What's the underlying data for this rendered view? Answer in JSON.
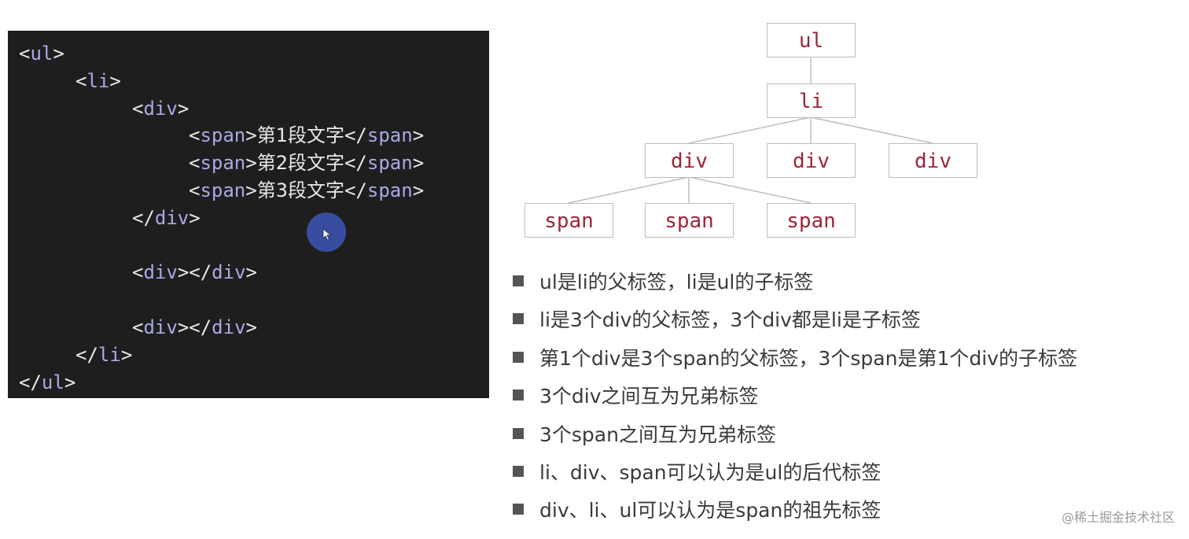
{
  "code": {
    "lines": [
      {
        "indent": 0,
        "parts": [
          {
            "t": "br",
            "v": "<"
          },
          {
            "t": "tag",
            "v": "ul"
          },
          {
            "t": "br",
            "v": ">"
          }
        ]
      },
      {
        "indent": 1,
        "parts": [
          {
            "t": "br",
            "v": "<"
          },
          {
            "t": "tag",
            "v": "li"
          },
          {
            "t": "br",
            "v": ">"
          }
        ]
      },
      {
        "indent": 2,
        "parts": [
          {
            "t": "br",
            "v": "<"
          },
          {
            "t": "tag",
            "v": "div"
          },
          {
            "t": "br",
            "v": ">"
          }
        ]
      },
      {
        "indent": 3,
        "parts": [
          {
            "t": "br",
            "v": "<"
          },
          {
            "t": "tag",
            "v": "span"
          },
          {
            "t": "br",
            "v": ">"
          },
          {
            "t": "txt",
            "v": "第1段文字"
          },
          {
            "t": "br",
            "v": "</"
          },
          {
            "t": "tag",
            "v": "span"
          },
          {
            "t": "br",
            "v": ">"
          }
        ]
      },
      {
        "indent": 3,
        "parts": [
          {
            "t": "br",
            "v": "<"
          },
          {
            "t": "tag",
            "v": "span"
          },
          {
            "t": "br",
            "v": ">"
          },
          {
            "t": "txt",
            "v": "第2段文字"
          },
          {
            "t": "br",
            "v": "</"
          },
          {
            "t": "tag",
            "v": "span"
          },
          {
            "t": "br",
            "v": ">"
          }
        ]
      },
      {
        "indent": 3,
        "parts": [
          {
            "t": "br",
            "v": "<"
          },
          {
            "t": "tag",
            "v": "span"
          },
          {
            "t": "br",
            "v": ">"
          },
          {
            "t": "txt",
            "v": "第3段文字"
          },
          {
            "t": "br",
            "v": "</"
          },
          {
            "t": "tag",
            "v": "span"
          },
          {
            "t": "br",
            "v": ">"
          }
        ]
      },
      {
        "indent": 2,
        "parts": [
          {
            "t": "br",
            "v": "</"
          },
          {
            "t": "tag",
            "v": "div"
          },
          {
            "t": "br",
            "v": ">"
          }
        ]
      },
      {
        "indent": 0,
        "parts": []
      },
      {
        "indent": 2,
        "parts": [
          {
            "t": "br",
            "v": "<"
          },
          {
            "t": "tag",
            "v": "div"
          },
          {
            "t": "br",
            "v": "></"
          },
          {
            "t": "tag",
            "v": "div"
          },
          {
            "t": "br",
            "v": ">"
          }
        ]
      },
      {
        "indent": 0,
        "parts": []
      },
      {
        "indent": 2,
        "parts": [
          {
            "t": "br",
            "v": "<"
          },
          {
            "t": "tag",
            "v": "div"
          },
          {
            "t": "br",
            "v": "></"
          },
          {
            "t": "tag",
            "v": "div"
          },
          {
            "t": "br",
            "v": ">"
          }
        ]
      },
      {
        "indent": 1,
        "parts": [
          {
            "t": "br",
            "v": "</"
          },
          {
            "t": "tag",
            "v": "li"
          },
          {
            "t": "br",
            "v": ">"
          }
        ]
      },
      {
        "indent": 0,
        "parts": [
          {
            "t": "br",
            "v": "</"
          },
          {
            "t": "tag",
            "v": "ul"
          },
          {
            "t": "br",
            "v": ">"
          }
        ]
      }
    ]
  },
  "tree": {
    "nodes": [
      {
        "id": "ul",
        "label": "ul"
      },
      {
        "id": "li",
        "label": "li"
      },
      {
        "id": "div1",
        "label": "div"
      },
      {
        "id": "div2",
        "label": "div"
      },
      {
        "id": "div3",
        "label": "div"
      },
      {
        "id": "span1",
        "label": "span"
      },
      {
        "id": "span2",
        "label": "span"
      },
      {
        "id": "span3",
        "label": "span"
      }
    ]
  },
  "bullets": [
    "ul是li的父标签，li是ul的子标签",
    "li是3个div的父标签，3个div都是li是子标签",
    "第1个div是3个span的父标签，3个span是第1个div的子标签",
    "3个div之间互为兄弟标签",
    "3个span之间互为兄弟标签",
    "li、div、span可以认为是ul的后代标签",
    "div、li、ul可以认为是span的祖先标签"
  ],
  "watermark": "@稀土掘金技术社区",
  "colors": {
    "code_bg": "#1e1e1e",
    "tag": "#a9a9e6",
    "node_text": "#9e2438",
    "cursor": "#3a50a6"
  },
  "icons": {
    "cursor": "pointer-cursor-icon",
    "bullet": "square-bullet-icon"
  }
}
